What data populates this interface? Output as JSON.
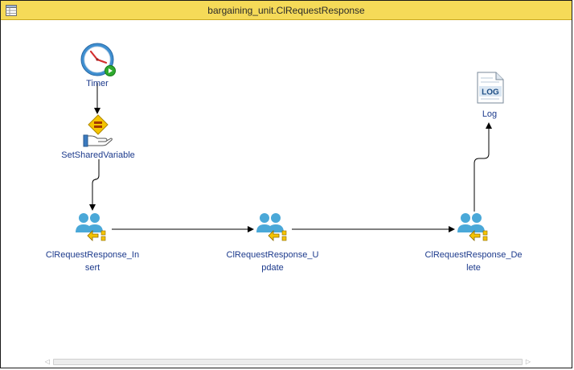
{
  "window": {
    "title": "bargaining_unit.ClRequestResponse"
  },
  "nodes": {
    "timer": {
      "label": "Timer",
      "icon": "timer-clock-icon"
    },
    "set_shared_variable": {
      "label": "SetSharedVariable",
      "icon": "shared-variable-hand-icon"
    },
    "insert": {
      "label_line1": "ClRequestResponse_In",
      "label_line2": "sert",
      "icon": "users-input-icon"
    },
    "update": {
      "label_line1": "ClRequestResponse_U",
      "label_line2": "pdate",
      "icon": "users-input-icon"
    },
    "delete": {
      "label_line1": "ClRequestResponse_De",
      "label_line2": "lete",
      "icon": "users-input-icon"
    },
    "log": {
      "label": "Log",
      "icon_text": "LOG",
      "icon": "log-document-icon"
    }
  },
  "scrollbar": {
    "left_arrow": "◁",
    "right_arrow": "▷"
  },
  "colors": {
    "title_bar": "#f5da58",
    "label": "#1c3a8c",
    "connector": "#000000",
    "user_icon": "#4aa8d8"
  }
}
